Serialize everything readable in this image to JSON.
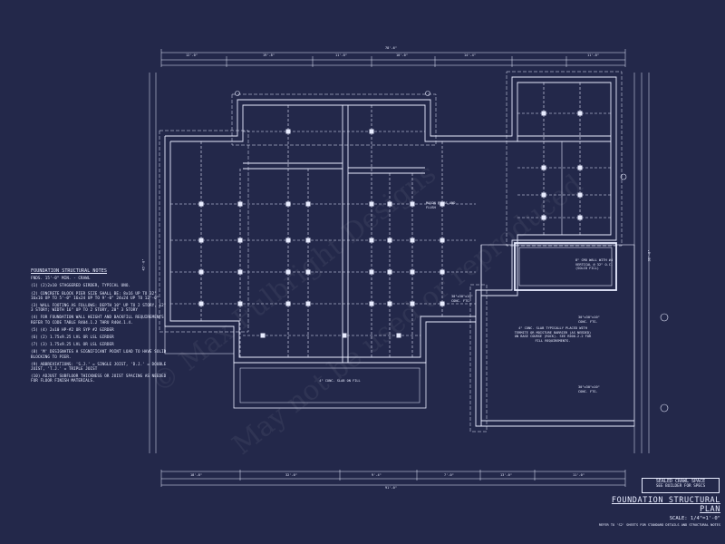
{
  "drawing": {
    "title": "FOUNDATION STRUCTURAL PLAN",
    "scale": "SCALE: 1/4\"=1'-0\"",
    "reference_note": "REFER TO 'S2' SHEETS FOR STANDARD DETAILS AND STRUCTURAL NOTES"
  },
  "crawl_note": {
    "line1": "SEALED CRAWL SPACE",
    "line2": "SEE BUILDER FOR SPECS"
  },
  "notes": {
    "title": "FOUNDATION STRUCTURAL NOTES",
    "subtitle": "FNDS. 15'-0\" MIN. - CRAWL",
    "items": [
      {
        "num": "1",
        "text": "(2)2x10 STAGGERED GIRDER, TYPICAL UNO."
      },
      {
        "num": "2",
        "text": "CONCRETE BLOCK PIER SIZE SHALL BE: 8x16 UP TO 32\" 16x16 UP TO 5'-0\" 16x24 UP TO 9'-0\" 24x24 UP TO 12'-0\""
      },
      {
        "num": "3",
        "text": "WALL FOOTING AS FOLLOWS: DEPTH 10\" UP TO 2 STORY, 12\" 3 STORY; WIDTH 16\" UP TO 2 STORY, 20\" 3 STORY"
      },
      {
        "num": "4",
        "text": "FOR FOUNDATION WALL HEIGHT AND BACKFILL REQUIREMENTS REFER TO CODE TABLE R404.1.2 THRU R404.1.4."
      },
      {
        "num": "5",
        "text": "(4) 2x10 HP-#2 OR SYP #2 GIRDER"
      },
      {
        "num": "6",
        "text": "(2) 1.75x9.25 LVL OR LSL GIRDER"
      },
      {
        "num": "7",
        "text": "(3) 1.75x9.25 LVL OR LSL GIRDER"
      },
      {
        "num": "8",
        "text": "'M' DESIGNATES A SIGNIFICANT POINT LOAD TO HAVE SOLID BLOCKING TO PIER."
      },
      {
        "num": "9",
        "text": "ABBREVIATIONS: 'S.J.' = SINGLE JOIST, 'D.J.' = DOUBLE JOIST, 'T.J.' = TRIPLE JOIST"
      },
      {
        "num": "10",
        "text": "ADJUST SUBFLOOR THICKNESS OR JOIST SPACING AS NEEDED FOR FLOOR FINISH MATERIALS."
      }
    ]
  },
  "plan_labels": {
    "slab_porch": "4\" CONC. SLAB ON FILL",
    "garage_slab": "4\" CONC. SLAB TYPICALLY PLACED WITH TERMITE OR MOISTURE BARRIER (AS NEEDED) ON BASE COURSE (ROCK). SEE R506.2.2 FOR FILL REQUIREMENTS.",
    "cmu_wall": "8\" CMU WALL WITH #4 VERTICAL @ 32\" O.C. (SOLID FILL)",
    "conc_ftg_1": "30\"x30\"x10\" CONC. FTG.",
    "conc_ftg_2": "30\"x30\"x10\" CONC. FTG.",
    "conc_ftg_3": "30\"x30\"x10\" CONC. FTG.",
    "masonry_note": "MASON PIERS AND FLUSH",
    "dims_top": [
      "12'-0\"",
      "19'-8\"",
      "11'-0\"",
      "10'-0\"",
      "14'-4\"",
      "11'-0\""
    ],
    "dims_top_total": "78'-6\"",
    "dims_bottom": [
      "18'-8\"",
      "32'-0\"",
      "9'-4\"",
      "7'-0\"",
      "13'-0\"",
      "11'-0\""
    ],
    "dims_bottom_total": "91'-0\"",
    "dims_left": "45'-0\"",
    "dims_right": "38'-0\""
  },
  "watermark": {
    "line1": "© Max Fulbright Designs",
    "line2": "May not be used or reproduced"
  }
}
